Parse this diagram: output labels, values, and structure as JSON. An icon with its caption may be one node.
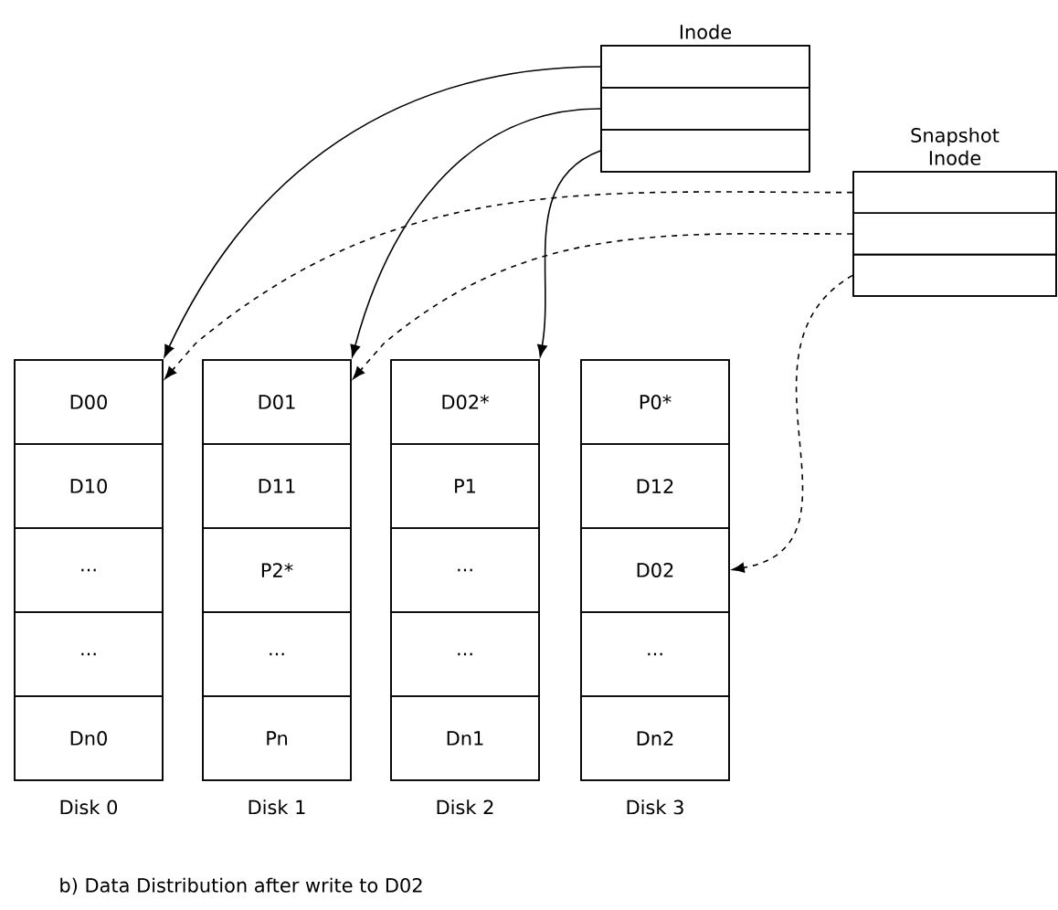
{
  "diagram": {
    "caption": "b) Data Distribution after write to D02",
    "nodes": [
      {
        "text": [
          "Inode"
        ]
      },
      {
        "text": [],
        "shape": "box",
        "in": 0
      },
      {
        "text": [],
        "shape": "box",
        "in": 0
      },
      {
        "text": [],
        "shape": "box",
        "in": 0
      },
      {
        "text": [
          "Snapshot Inode"
        ]
      },
      {
        "text": [],
        "shape": "box",
        "in": 4
      },
      {
        "text": [],
        "shape": "box",
        "in": 4
      },
      {
        "text": [],
        "shape": "box",
        "in": 4
      },
      {
        "text": [
          "Disk 0"
        ]
      },
      {
        "text": [
          "D00"
        ],
        "in": 8
      },
      {
        "text": [
          "D10"
        ],
        "in": 8
      },
      {
        "text": [
          "..."
        ],
        "in": 8
      },
      {
        "text": [
          "..."
        ],
        "in": 8
      },
      {
        "text": [
          "Dn0"
        ],
        "in": 8
      },
      {
        "text": [
          "Disk 1"
        ]
      },
      {
        "text": [
          "D01"
        ],
        "in": 14
      },
      {
        "text": [
          "D11"
        ],
        "in": 14
      },
      {
        "text": [
          "P2*"
        ],
        "in": 14
      },
      {
        "text": [
          "..."
        ],
        "in": 14
      },
      {
        "text": [
          "Pn"
        ],
        "in": 14
      },
      {
        "text": [
          "Disk 2"
        ]
      },
      {
        "text": [
          "D02*"
        ],
        "in": 20
      },
      {
        "text": [
          "P1"
        ],
        "in": 20
      },
      {
        "text": [
          "..."
        ],
        "in": 20
      },
      {
        "text": [
          "..."
        ],
        "in": 20
      },
      {
        "text": [
          "Dn1"
        ],
        "in": 20
      },
      {
        "text": [
          "Disk 3"
        ]
      },
      {
        "text": [
          "P0*"
        ],
        "in": 26
      },
      {
        "text": [
          "D12"
        ],
        "in": 26
      },
      {
        "text": [
          "D02"
        ],
        "in": 26
      },
      {
        "text": [
          "..."
        ],
        "in": 26
      },
      {
        "text": [
          "Dn2"
        ],
        "in": 26
      }
    ],
    "edges": [
      {
        "from": 1,
        "to": 9,
        "arrow": "to"
      },
      {
        "from": 2,
        "to": 15,
        "arrow": "to"
      },
      {
        "from": 3,
        "to": 21,
        "arrow": "to"
      },
      {
        "from": 5,
        "to": 9,
        "arrow": "to",
        "style": "dashed"
      },
      {
        "from": 6,
        "to": 15,
        "arrow": "to",
        "style": "dashed"
      },
      {
        "from": 7,
        "to": 29,
        "arrow": "to",
        "style": "dashed"
      }
    ]
  }
}
